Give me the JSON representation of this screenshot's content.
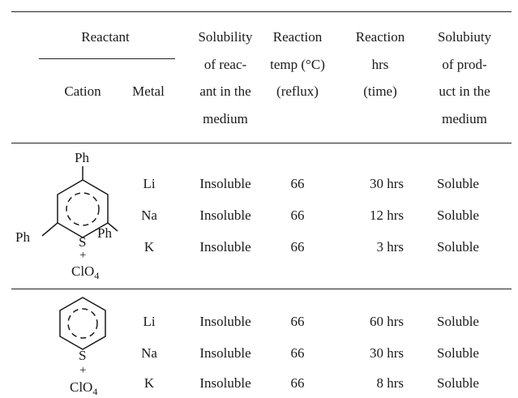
{
  "header": {
    "reactant": "Reactant",
    "cation": "Cation",
    "metal": "Metal",
    "solubility_reactant": [
      "Solubility",
      "of reac-",
      "ant in the",
      "medium"
    ],
    "reaction_temp": [
      "Reaction",
      "temp (°C)",
      "(reflux)"
    ],
    "reaction_hrs": [
      "Reaction",
      "hrs",
      "(time)"
    ],
    "solubility_product": [
      "Solubiuty",
      "of prod-",
      "uct in the",
      "medium"
    ]
  },
  "structure_labels": {
    "ph": "Ph",
    "s": "S",
    "plus": "+",
    "clo4": "ClO4",
    "clo4_base": "ClO",
    "clo4_sub": "4"
  },
  "groups": [
    {
      "cation": "2,4,6-triphenylthiopyrylium perchlorate",
      "rows": [
        {
          "metal": "Li",
          "solubility": "Insoluble",
          "temp": "66",
          "time": "30 hrs",
          "product": "Soluble"
        },
        {
          "metal": "Na",
          "solubility": "Insoluble",
          "temp": "66",
          "time": "12 hrs",
          "product": "Soluble"
        },
        {
          "metal": "K",
          "solubility": "Insoluble",
          "temp": "66",
          "time": "3 hrs",
          "product": "Soluble"
        }
      ]
    },
    {
      "cation": "thiopyrylium perchlorate",
      "rows": [
        {
          "metal": "Li",
          "solubility": "Insoluble",
          "temp": "66",
          "time": "60 hrs",
          "product": "Soluble"
        },
        {
          "metal": "Na",
          "solubility": "Insoluble",
          "temp": "66",
          "time": "30 hrs",
          "product": "Soluble"
        },
        {
          "metal": "K",
          "solubility": "Insoluble",
          "temp": "66",
          "time": "8 hrs",
          "product": "Soluble"
        }
      ]
    }
  ]
}
